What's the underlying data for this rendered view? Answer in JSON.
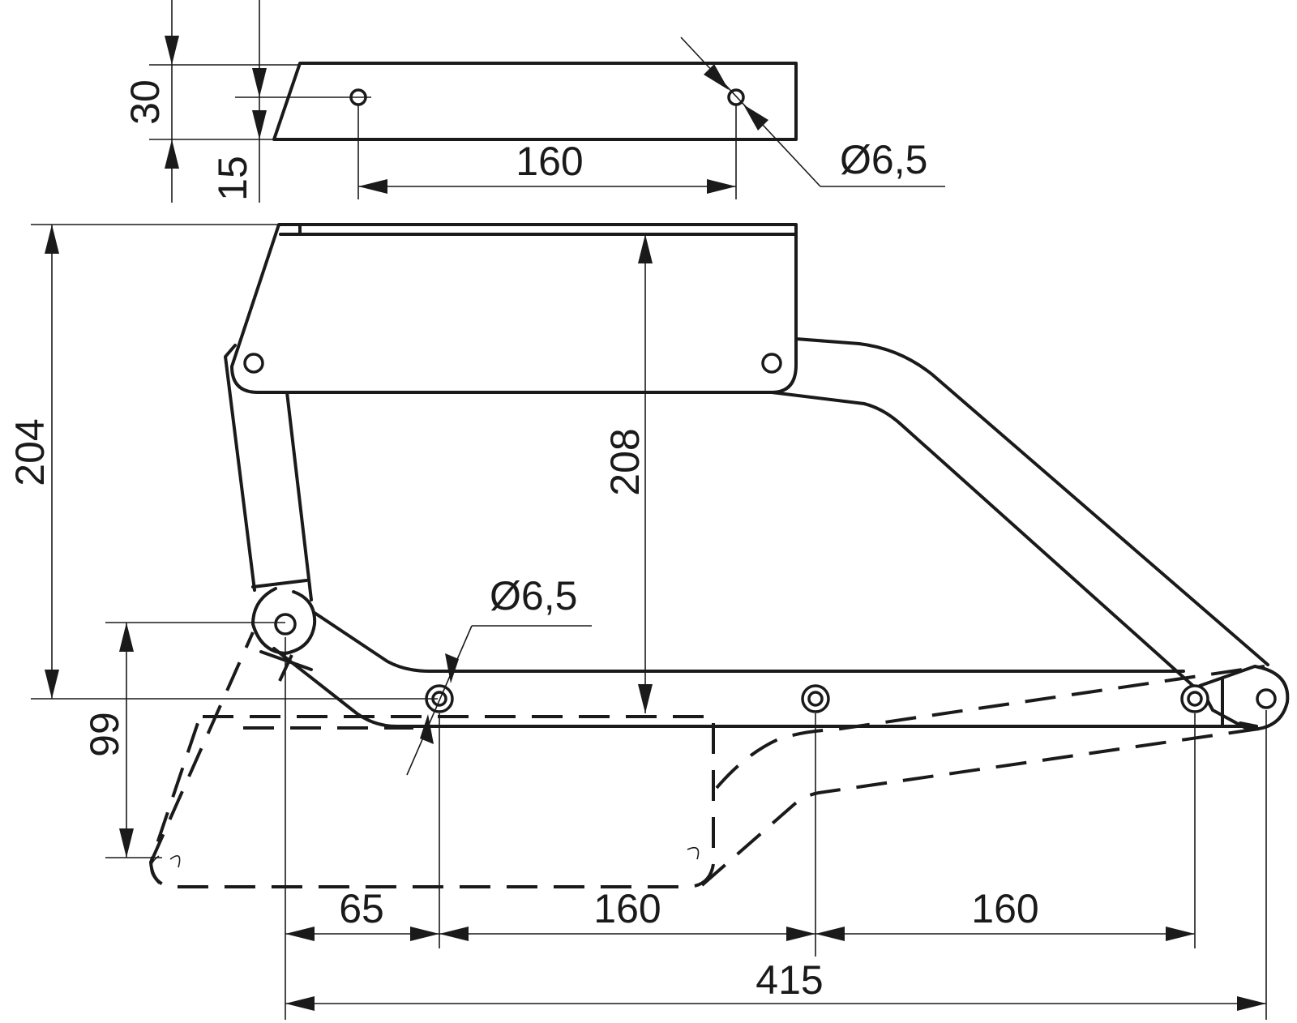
{
  "dimensions": {
    "top_bracket_height": "30",
    "top_hole_offset": "15",
    "top_hole_spacing": "160",
    "top_hole_diameter": "Ø6,5",
    "mechanism_height": "204",
    "open_height": "208",
    "base_hole_diameter": "Ø6,5",
    "lower_offset": "99",
    "base_offset": "65",
    "base_spacing_1": "160",
    "base_spacing_2": "160",
    "overall_length": "415"
  }
}
